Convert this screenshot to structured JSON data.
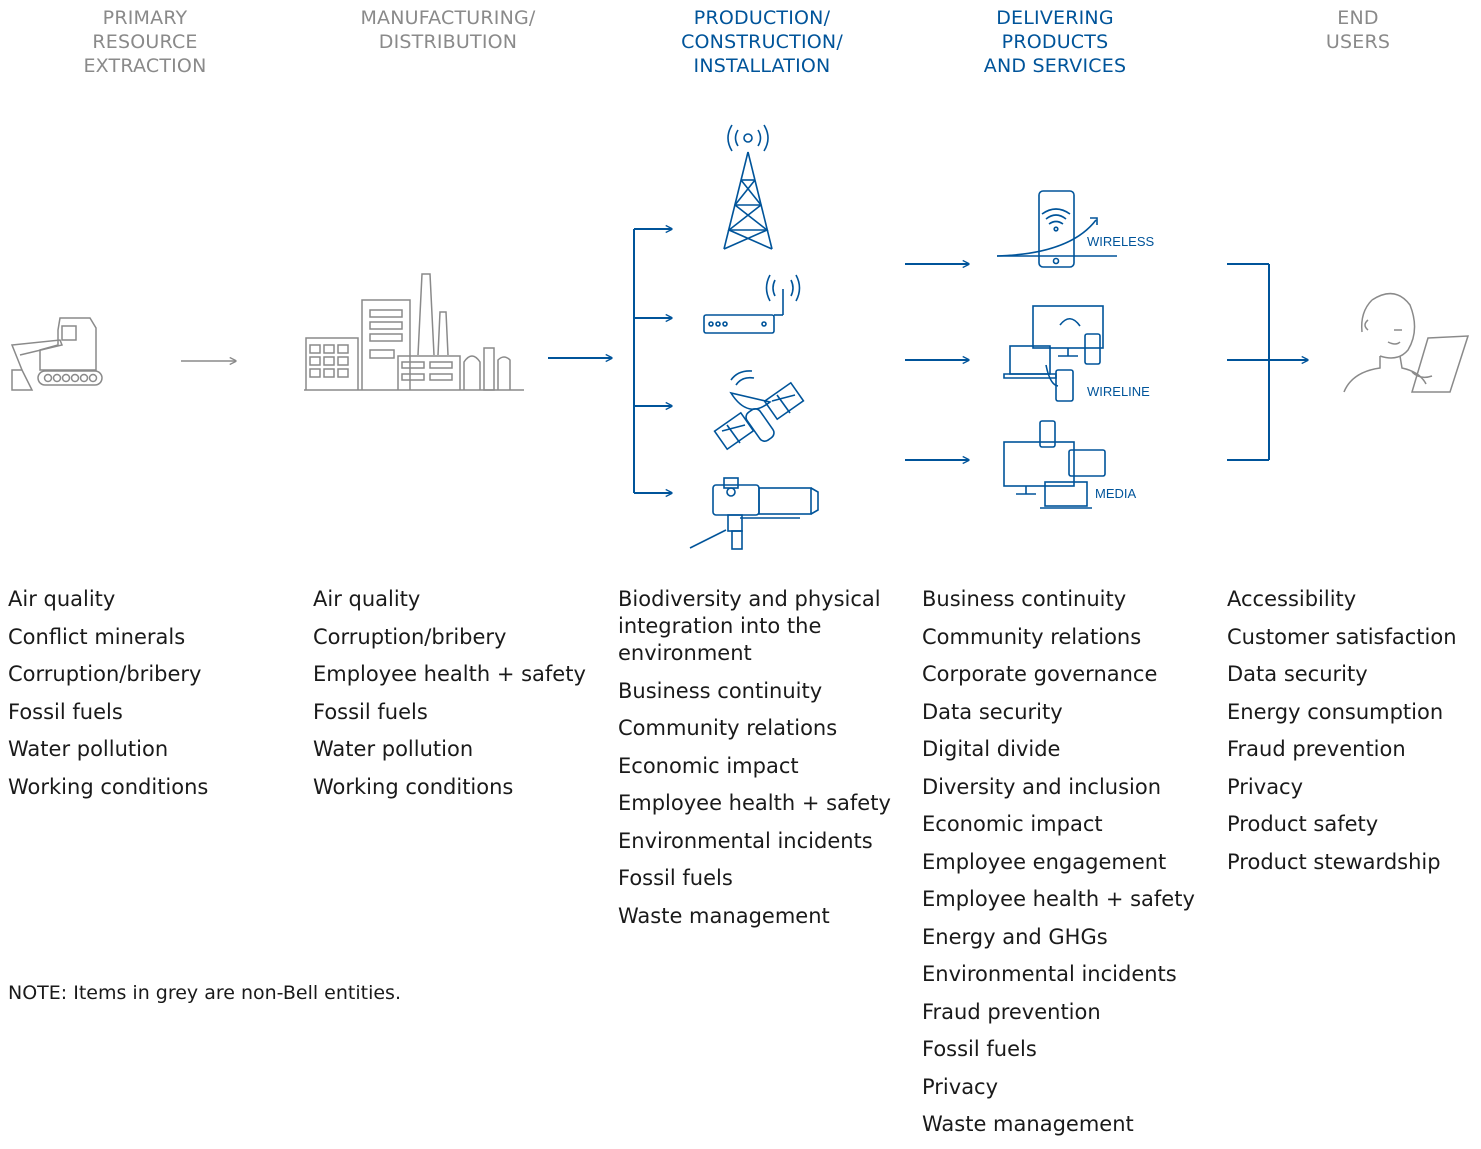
{
  "stages": [
    {
      "title": "PRIMARY\nRESOURCE\nEXTRACTION",
      "tone": "grey"
    },
    {
      "title": "MANUFACTURING/\nDISTRIBUTION",
      "tone": "grey"
    },
    {
      "title": "PRODUCTION/\nCONSTRUCTION/\nINSTALLATION",
      "tone": "blue"
    },
    {
      "title": "DELIVERING\nPRODUCTS\nAND SERVICES",
      "tone": "blue"
    },
    {
      "title": "END\nUSERS",
      "tone": "grey"
    }
  ],
  "icon_labels": {
    "wireless": "WIRELESS",
    "wireline": "WIRELINE",
    "media": "MEDIA"
  },
  "icons": [
    "excavator-icon",
    "factory-icon",
    "cell-tower-icon",
    "router-icon",
    "satellite-icon",
    "camera-icon",
    "smartphone-growth-icon",
    "devices-icon",
    "screens-icon",
    "user-tablet-icon"
  ],
  "colors": {
    "bell_blue": "#00549a",
    "grey": "#8a8a8a",
    "text": "#1a1a1a"
  },
  "issues": {
    "primary_resource_extraction": [
      "Air quality",
      "Conflict minerals",
      "Corruption/bribery",
      "Fossil fuels",
      "Water pollution",
      "Working conditions"
    ],
    "manufacturing_distribution": [
      "Air quality",
      "Corruption/bribery",
      "Employee health + safety",
      "Fossil fuels",
      "Water pollution",
      "Working conditions"
    ],
    "production_construction_installation": [
      "Biodiversity and physical integration into the environment",
      "Business continuity",
      "Community relations",
      "Economic impact",
      "Employee health + safety",
      "Environmental incidents",
      "Fossil fuels",
      "Waste management"
    ],
    "delivering_products_services": [
      "Business continuity",
      "Community relations",
      "Corporate governance",
      "Data security",
      "Digital divide",
      "Diversity and inclusion",
      "Economic impact",
      "Employee engagement",
      "Employee health + safety",
      "Energy and GHGs",
      "Environmental incidents",
      "Fraud prevention",
      "Fossil fuels",
      "Privacy",
      "Waste management"
    ],
    "end_users": [
      "Accessibility",
      "Customer satisfaction",
      "Data security",
      "Energy consumption",
      "Fraud prevention",
      "Privacy",
      "Product safety",
      "Product stewardship"
    ]
  },
  "note": "NOTE: Items in grey are non-Bell entities."
}
